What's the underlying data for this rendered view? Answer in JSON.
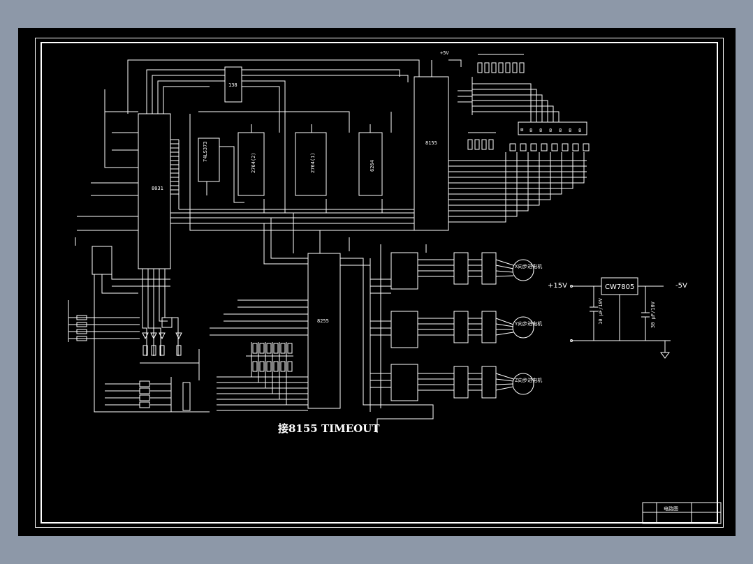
{
  "window": {
    "background": "#8d98a8",
    "canvas_bg": "#000000",
    "line_color": "#ffffff"
  },
  "chips": {
    "cpu": "8031",
    "latch": "74LS373",
    "eprom1": "2764(2)",
    "eprom2": "2764(1)",
    "ram": "6264",
    "decoder": "138",
    "io_timer": "8155",
    "ppi": "8255"
  },
  "supply": {
    "vcc_label": "+5V"
  },
  "caption": "接8155 TIMEOUT",
  "display_digits": [
    "8",
    "8",
    "8",
    "8",
    "8",
    "8"
  ],
  "motors": [
    "X向步进电机",
    "Y向步进电机",
    "Z向步进电机"
  ],
  "regulator": {
    "part": "CW7805",
    "vin": "+15V",
    "vout": "-5V",
    "cap_in": "10 μF/10V",
    "cap_out": "30 μF/10V"
  },
  "title_block": {
    "name": "电路图"
  }
}
